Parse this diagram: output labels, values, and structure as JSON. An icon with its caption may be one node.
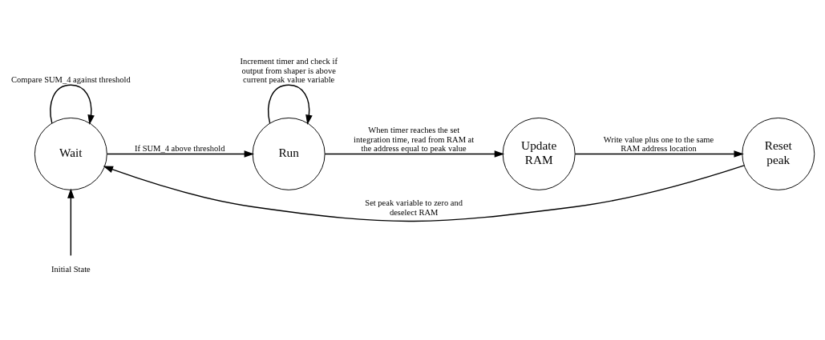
{
  "diagram": {
    "nodes": [
      {
        "text": [
          "Wait"
        ]
      },
      {
        "text": [
          "Run"
        ]
      },
      {
        "text": [
          "Update RAM"
        ]
      },
      {
        "text": [
          "Reset peak"
        ]
      },
      {
        "text": [
          "Initial State"
        ]
      }
    ],
    "edges": [
      {
        "from": 0,
        "to": 0,
        "arrow": "to",
        "label": "Compare SUM_4 against threshold"
      },
      {
        "from": 0,
        "to": 1,
        "arrow": "to",
        "label": "If SUM_4 above threshold"
      },
      {
        "from": 1,
        "to": 1,
        "arrow": "to",
        "label": "Increment timer and check if output from shaper is above current peak value variable"
      },
      {
        "from": 1,
        "to": 2,
        "arrow": "to",
        "label": "When timer reaches the set integration time, read from RAM at the address equal to peak value"
      },
      {
        "from": 2,
        "to": 3,
        "arrow": "to",
        "label": "Write value plus one to the same RAM address location"
      },
      {
        "from": 3,
        "to": 0,
        "arrow": "to",
        "label": "Set peak variable to zero and deselect RAM"
      },
      {
        "from": 4,
        "to": 0,
        "arrow": "to"
      }
    ]
  }
}
